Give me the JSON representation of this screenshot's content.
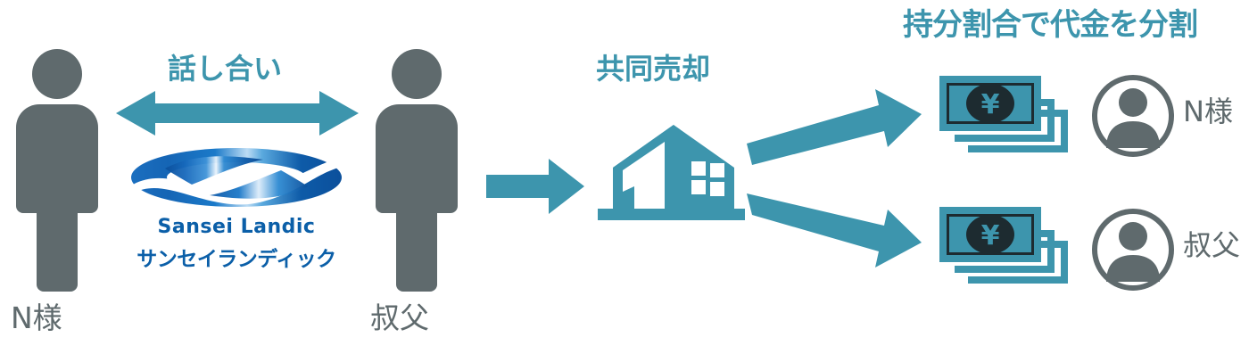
{
  "diagram": {
    "title_right": "持分割合で代金を分割",
    "label_discussion": "話し合い",
    "label_joint_sale": "共同売却",
    "person_left_label": "N様",
    "person_right_label": "叔父",
    "payee_top_label": "N様",
    "payee_bottom_label": "叔父",
    "currency_symbol": "¥"
  },
  "logo": {
    "name_en": "Sansei Landic",
    "name_jp": "サンセイランディック"
  },
  "colors": {
    "teal": "#3d95ad",
    "gray": "#5f6a6d",
    "logo_blue": "#0b5fa8",
    "logo_blue_dark": "#0a4f9c",
    "background": "#ffffff"
  },
  "icons": {
    "person_left": "person-pictogram-icon",
    "person_right": "person-pictogram-icon",
    "double_arrow": "double-headed-arrow-icon",
    "right_arrow": "right-arrow-icon",
    "house": "house-icon",
    "branch_arrow_top": "branch-arrow-up-icon",
    "branch_arrow_bottom": "branch-arrow-down-icon",
    "money_top": "money-stack-yen-icon",
    "money_bottom": "money-stack-yen-icon",
    "avatar_top": "user-avatar-icon",
    "avatar_bottom": "user-avatar-icon",
    "logo_mark": "sansei-landic-swoosh-logo-icon"
  }
}
